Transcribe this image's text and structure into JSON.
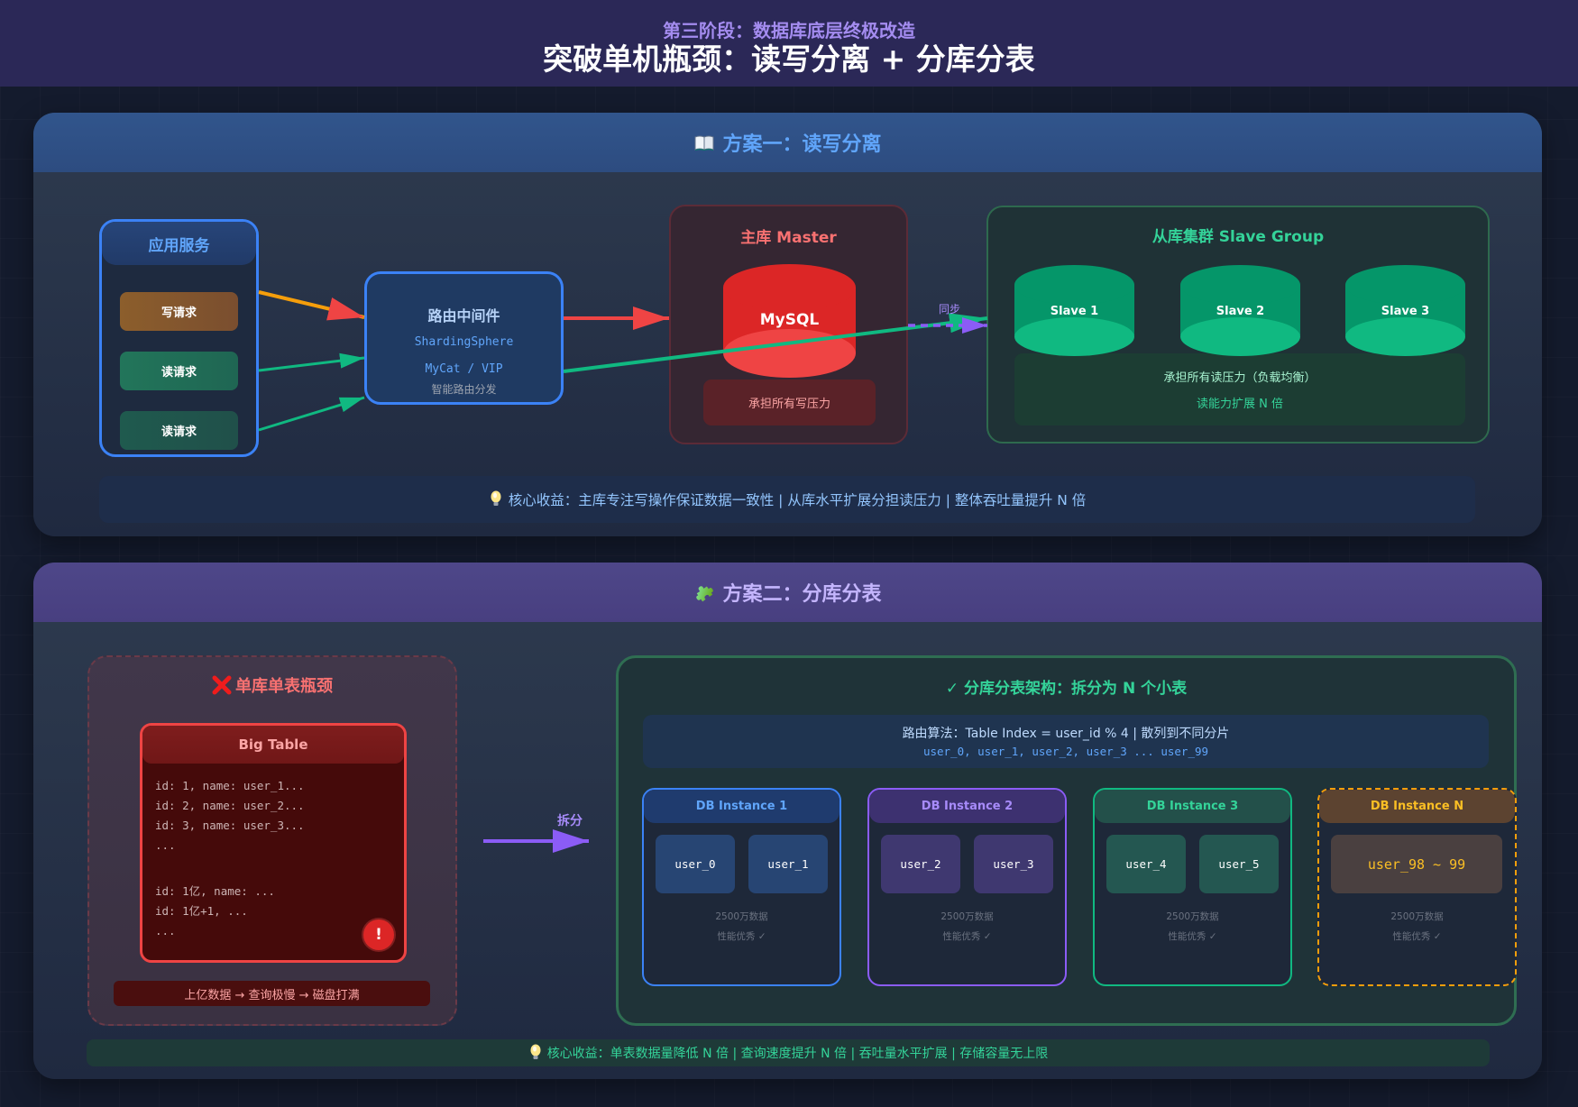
{
  "header": {
    "subtitle": "第三阶段：数据库底层终极改造",
    "title": "突破单机瓶颈：读写分离 + 分库分表"
  },
  "plan1": {
    "icon": "book-icon",
    "title": "方案一：读写分离",
    "app_service": {
      "title": "应用服务",
      "requests": [
        {
          "label": "写请求",
          "type": "write"
        },
        {
          "label": "读请求",
          "type": "read"
        },
        {
          "label": "读请求",
          "type": "read"
        }
      ]
    },
    "router": {
      "title": "路由中间件",
      "products": [
        "ShardingSphere",
        "MyCat / VIP"
      ],
      "caption": "智能路由分发"
    },
    "master": {
      "title": "主库 Master",
      "db_label": "MySQL",
      "caption": "承担所有写压力"
    },
    "sync_label": "同步",
    "slave_group": {
      "title": "从库集群 Slave Group",
      "slaves": [
        "Slave 1",
        "Slave 2",
        "Slave 3"
      ],
      "caption": "承担所有读压力（负载均衡）",
      "scale_note": "读能力扩展  N  倍"
    },
    "benefit": {
      "icon": "lightbulb-icon",
      "text": "核心收益：主库专注写操作保证数据一致性 | 从库水平扩展分担读压力 | 整体吞吐量提升 N 倍"
    }
  },
  "plan2": {
    "icon": "puzzle-icon",
    "title": "方案二：分库分表",
    "bottleneck": {
      "icon": "cross-icon",
      "title": "单库单表瓶颈",
      "table_title": "Big Table",
      "rows": [
        "id: 1, name: user_1...",
        "id: 2, name: user_2...",
        "id: 3, name: user_3...",
        "...",
        "",
        "id: 1亿, name: ...",
        "id: 1亿+1, ...",
        "..."
      ],
      "warning_glyph": "!",
      "summary": "上亿数据 → 查询极慢 → 磁盘打满"
    },
    "split_label": "拆分",
    "sharding": {
      "title": "✓ 分库分表架构：拆分为 N 个小表",
      "routing_rule": "路由算法：Table Index = user_id % 4 | 散列到不同分片",
      "table_list": "user_0, user_1, user_2, user_3 ... user_99",
      "instances": [
        {
          "title": "DB Instance 1",
          "tables": [
            "user_0",
            "user_1"
          ],
          "rows": "2500万数据",
          "status": "性能优秀 ✓",
          "accent": "#3b82f6",
          "accent_text": "#60a5fa",
          "head_bg": "#1f3b6e",
          "table_bg": "#274573"
        },
        {
          "title": "DB Instance 2",
          "tables": [
            "user_2",
            "user_3"
          ],
          "rows": "2500万数据",
          "status": "性能优秀 ✓",
          "accent": "#8b5cf6",
          "accent_text": "#a78bfa",
          "head_bg": "#3d3170",
          "table_bg": "#3f3870"
        },
        {
          "title": "DB Instance 3",
          "tables": [
            "user_4",
            "user_5"
          ],
          "rows": "2500万数据",
          "status": "性能优秀 ✓",
          "accent": "#10b981",
          "accent_text": "#34d399",
          "head_bg": "#23504a",
          "table_bg": "#245751"
        },
        {
          "title": "DB Instance N",
          "tables": [
            "user_98 ~ 99"
          ],
          "rows": "2500万数据",
          "status": "性能优秀 ✓",
          "accent": "#f59e0b",
          "accent_text": "#fbbf24",
          "head_bg": "#5c4330",
          "table_bg": "#4a4040"
        }
      ]
    },
    "benefit": {
      "icon": "lightbulb-icon",
      "text": "核心收益：单表数据量降低 N 倍 | 查询速度提升 N 倍 | 吞吐量水平扩展 | 存储容量无上限"
    }
  },
  "colors": {
    "background": "#141b2d",
    "header_bg": "#2b2857",
    "write_path": "#f59e0b",
    "write_arrow": "#ef4444",
    "read_path": "#10b981",
    "sync_path": "#8b5cf6",
    "master": "#dc2626",
    "slave": "#059669"
  }
}
